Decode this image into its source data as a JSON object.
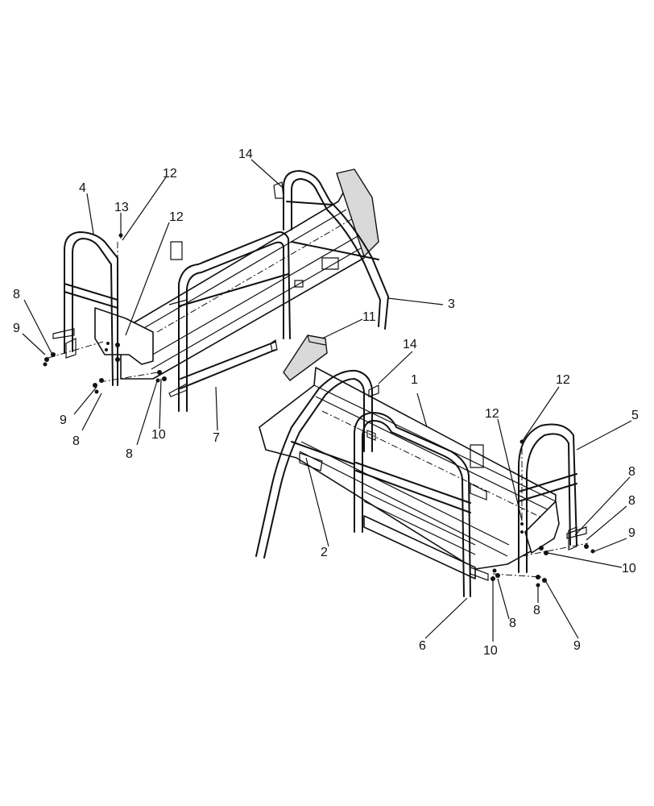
{
  "callouts": {
    "c1": "1",
    "c2": "2",
    "c3": "3",
    "c4": "4",
    "c5": "5",
    "c6": "6",
    "c7": "7",
    "c8a": "8",
    "c8b": "8",
    "c8c": "8",
    "c8d": "8",
    "c8e": "8",
    "c8f": "8",
    "c8g": "8",
    "c9a": "9",
    "c9b": "9",
    "c9c": "9",
    "c9d": "9",
    "c10a": "10",
    "c10b": "10",
    "c10c": "10",
    "c11": "11",
    "c12a": "12",
    "c12b": "12",
    "c12c": "12",
    "c12d": "12",
    "c13": "13",
    "c14a": "14",
    "c14b": "14"
  },
  "colors": {
    "line": "#111111",
    "background": "#ffffff",
    "shade": "#d9d9d9"
  }
}
